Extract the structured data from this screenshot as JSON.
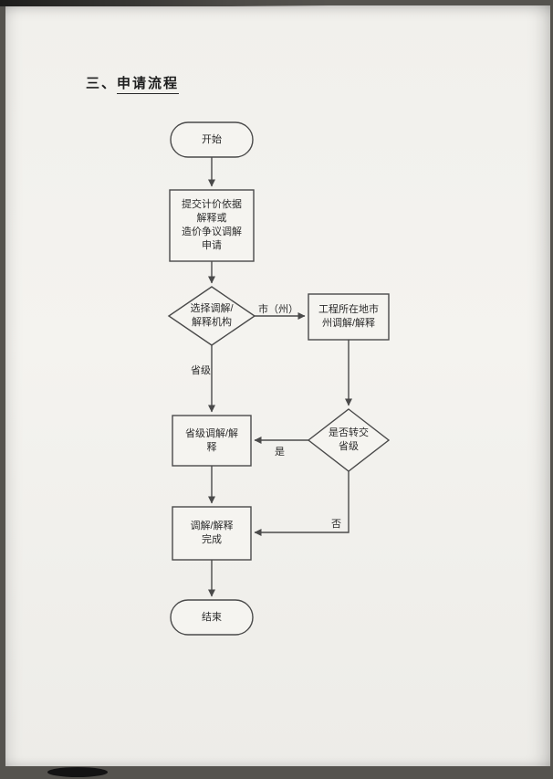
{
  "document": {
    "heading_prefix": "三、",
    "heading_title": "申请流程"
  },
  "flowchart": {
    "nodes": {
      "start": {
        "type": "terminator",
        "label": "开始"
      },
      "submit": {
        "type": "process",
        "label": "提交计价依据\n解释或\n造价争议调解\n申请"
      },
      "choose_org": {
        "type": "decision",
        "label": "选择调解/\n解释机构"
      },
      "city_mediation": {
        "type": "process",
        "label": "工程所在地市\n州调解/解释"
      },
      "provincial_mediation": {
        "type": "process",
        "label": "省级调解/解\n释"
      },
      "transfer_decision": {
        "type": "decision",
        "label": "是否转交\n省级"
      },
      "complete": {
        "type": "process",
        "label": "调解/解释\n完成"
      },
      "end": {
        "type": "terminator",
        "label": "结束"
      }
    },
    "edge_labels": {
      "city_branch": "市（州）",
      "provincial_branch": "省级",
      "yes": "是",
      "no": "否"
    },
    "colors": {
      "line": "#4a4a4a",
      "node_border": "#4a4a4a",
      "node_fill": "#f5f4f0",
      "text": "#2b2b2b",
      "page_background": "#f2f1ed"
    }
  }
}
